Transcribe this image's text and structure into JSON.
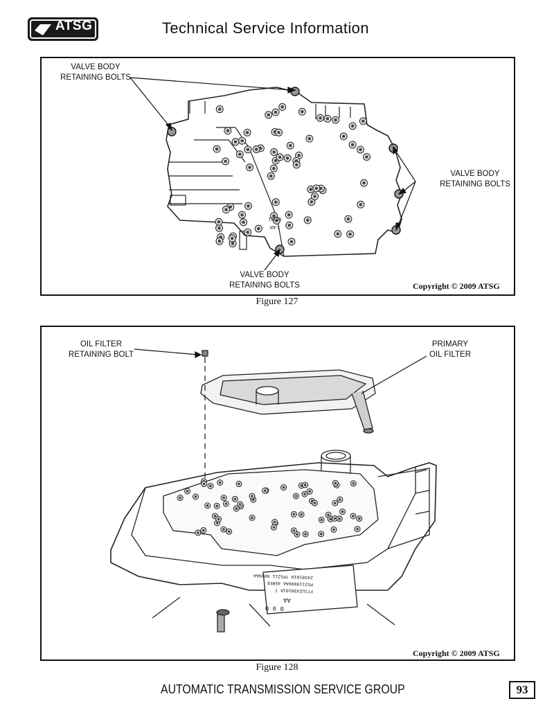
{
  "header": {
    "logo_text": "ATSG",
    "title": "Technical Service Information"
  },
  "figure127": {
    "callouts": {
      "valve_body_bolts_top": [
        "VALVE BODY",
        "RETAINING BOLTS"
      ],
      "valve_body_bolts_right": [
        "VALVE BODY",
        "RETAINING BOLTS"
      ],
      "valve_body_bolts_bottom": [
        "VALVE BODY",
        "RETAINING BOLTS"
      ]
    },
    "casting_marks": [
      "05111",
      "1 AK"
    ],
    "copyright": "Copyright © 2009 ATSG",
    "caption": "Figure 127"
  },
  "figure128": {
    "callouts": {
      "oil_filter_bolt": [
        "OIL FILTER",
        "RETAINING BOLT"
      ],
      "primary_oil_filter": [
        "PRIMARY",
        "OIL FILTER"
      ]
    },
    "id_label_lines": [
      "24381018 7P5211 9099AA",
      "P52119099AA 45RFE",
      "FT1U24381018 7",
      "AA",
      "0 9 0"
    ],
    "copyright": "Copyright © 2009 ATSG",
    "caption": "Figure 128"
  },
  "footer": {
    "text": "AUTOMATIC TRANSMISSION SERVICE GROUP",
    "page_number": "93"
  }
}
